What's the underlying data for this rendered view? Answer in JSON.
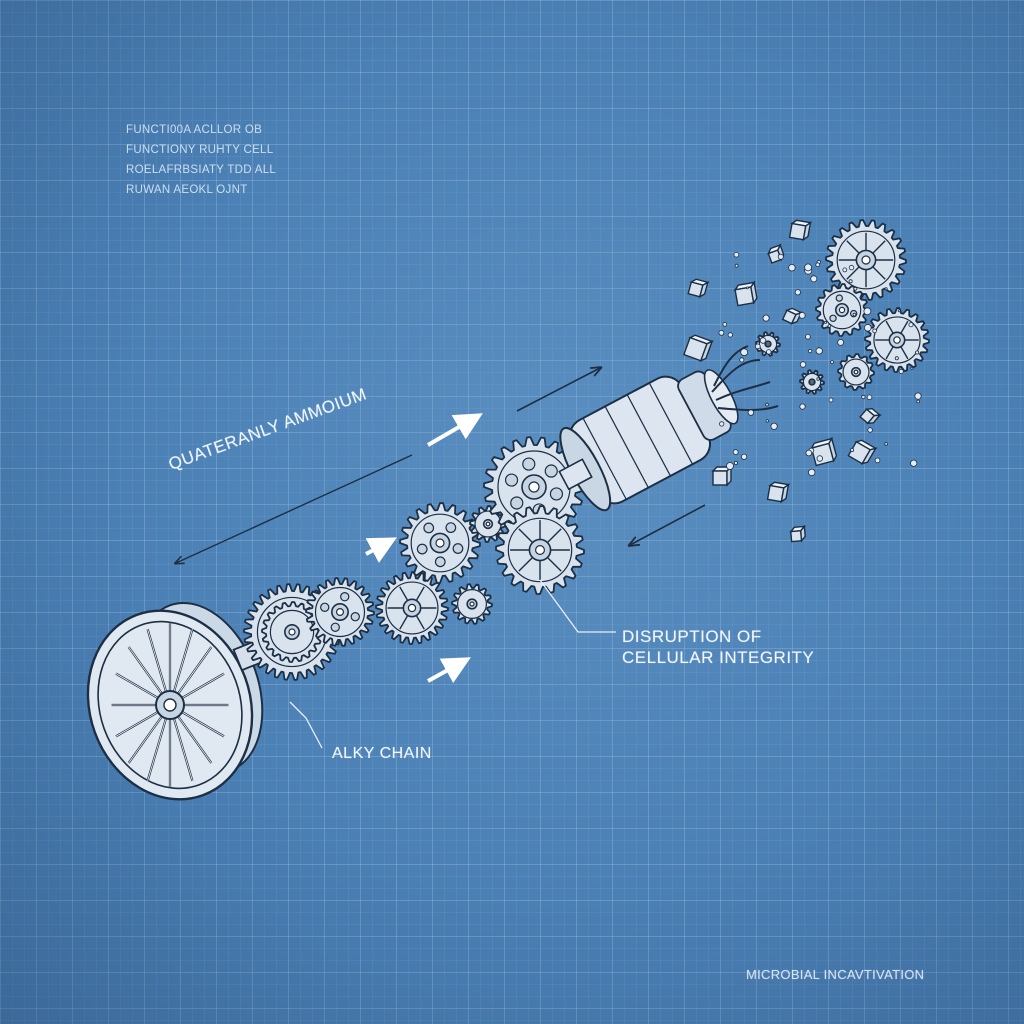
{
  "notes": {
    "line1": "FUNCTI00A ACLLOR OB",
    "line2": "FUNCTIONY RUHTY CELL",
    "line3": "ROELAFRBSIATY TDD ALL",
    "line4": "RUWAN AEOKL OJNT"
  },
  "labels": {
    "quaternary": "QUATERANLY AMMOIUM",
    "disruption_line1": "DISRUPTION OF",
    "disruption_line2": "CELLULAR INTEGRITY",
    "alky_chain": "ALKY CHAIN",
    "footer": "MICROBIAL INCAVTIVATION"
  },
  "colors": {
    "background": "#4b80b5",
    "grid": "#c8e1fa",
    "line": "#1c2f45",
    "part_fill": "#d9e3ee",
    "label_text": "#f2f7ff"
  }
}
